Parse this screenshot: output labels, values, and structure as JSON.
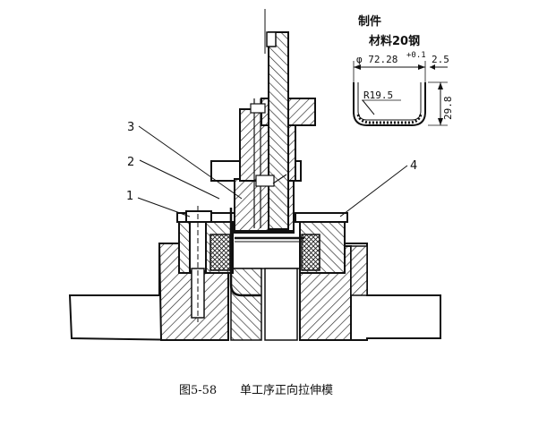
{
  "part_labels": [
    "1",
    "2",
    "3",
    "4"
  ],
  "product_note": {
    "title": "制件",
    "material": "材料20钢"
  },
  "dimensions": {
    "diameter": "φ 72.28",
    "diameter_tol": "+0.1",
    "thickness": "2.5",
    "radius": "R19.5",
    "height": "29.8"
  },
  "caption": {
    "figure_no": "图5-58",
    "title": "单工序正向拉伸模"
  }
}
